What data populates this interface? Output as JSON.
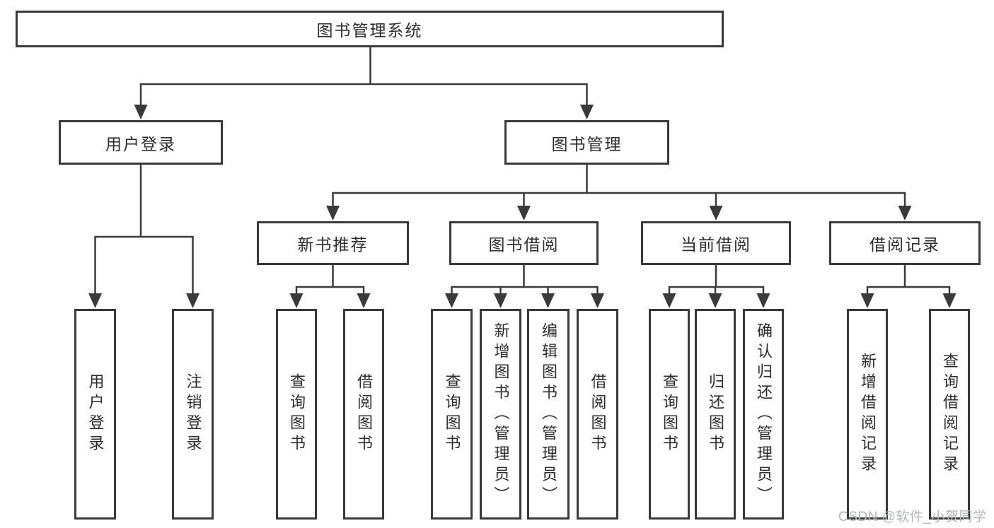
{
  "diagram": {
    "root": "图书管理系统",
    "level2": [
      "用户登录",
      "图书管理"
    ],
    "level3": [
      "新书推荐",
      "图书借阅",
      "当前借阅",
      "借阅记录"
    ],
    "leaves": [
      [
        "用户登录",
        "注销登录"
      ],
      [
        "查询图书",
        "借阅图书"
      ],
      [
        "查询图书",
        "新增图书（管理员）",
        "编辑图书（管理员）",
        "借阅图书"
      ],
      [
        "查询图书",
        "归还图书",
        "确认归还（管理员）"
      ],
      [
        "新增借阅记录",
        "查询借阅记录"
      ]
    ]
  },
  "watermark": "CSDN @软件_小贺同学",
  "colors": {
    "line": "#3a3a3a",
    "text": "#2d2d2d",
    "box_background": "#ffffff",
    "watermark": "#b2b5ba",
    "page_background": "#ffffff"
  }
}
